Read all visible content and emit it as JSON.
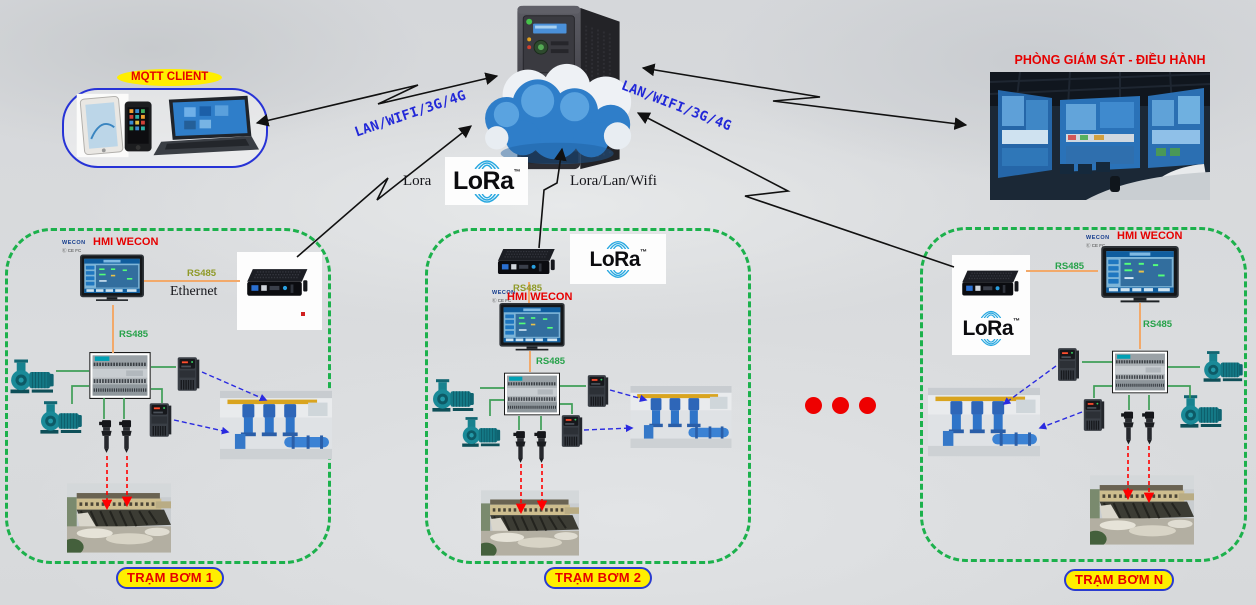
{
  "top": {
    "mqtt_client_label": "MQTT CLIENT",
    "lan_label_left": "LAN/WIFI/3G/4G",
    "lan_label_right": "LAN/WIFI/3G/4G",
    "lora_link_label": "Lora",
    "lora_lan_wifi_label": "Lora/Lan/Wifi",
    "monitor_room_title": "PHÒNG GIÁM SÁT - ĐIỀU HÀNH"
  },
  "lora_logo": {
    "text": "LoRa",
    "tm": "™"
  },
  "wecon_logo": {
    "brand": "WECON",
    "marks": "Ⓔ CE FC"
  },
  "stations": [
    {
      "id": "1",
      "badge": "TRẠM BƠM 1",
      "hmi_label": "HMI WECON",
      "rs485_hmi_gateway": "RS485",
      "ethernet_label": "Ethernet",
      "rs485_hmi_plc": "RS485"
    },
    {
      "id": "2",
      "badge": "TRẠM BƠM 2",
      "hmi_label": "HMI WECON",
      "rs485_gateway_hmi": "RS485",
      "rs485_hmi_plc": "RS485"
    },
    {
      "id": "N",
      "badge": "TRẠM BƠM N",
      "hmi_label": "HMI WECON",
      "rs485_gateway_hmi": "RS485",
      "rs485_hmi_plc": "RS485"
    }
  ],
  "colors": {
    "station_border": "#1cb14c",
    "badge_fill": "#ffee00",
    "badge_border": "#2a3bd0",
    "badge_text": "#e60000",
    "heading_red": "#e60000",
    "lan_text": "#2228d8",
    "rs485_green": "#27a24a",
    "rs485_olive": "#8f9a28",
    "line_orange": "#f2a96a",
    "line_green": "#3f9e57",
    "line_blue": "#2a2ae0",
    "line_red": "#ff0000",
    "arrow_black": "#111111",
    "lora_blue": "#29a8e0",
    "dots_red": "#ee0000"
  }
}
